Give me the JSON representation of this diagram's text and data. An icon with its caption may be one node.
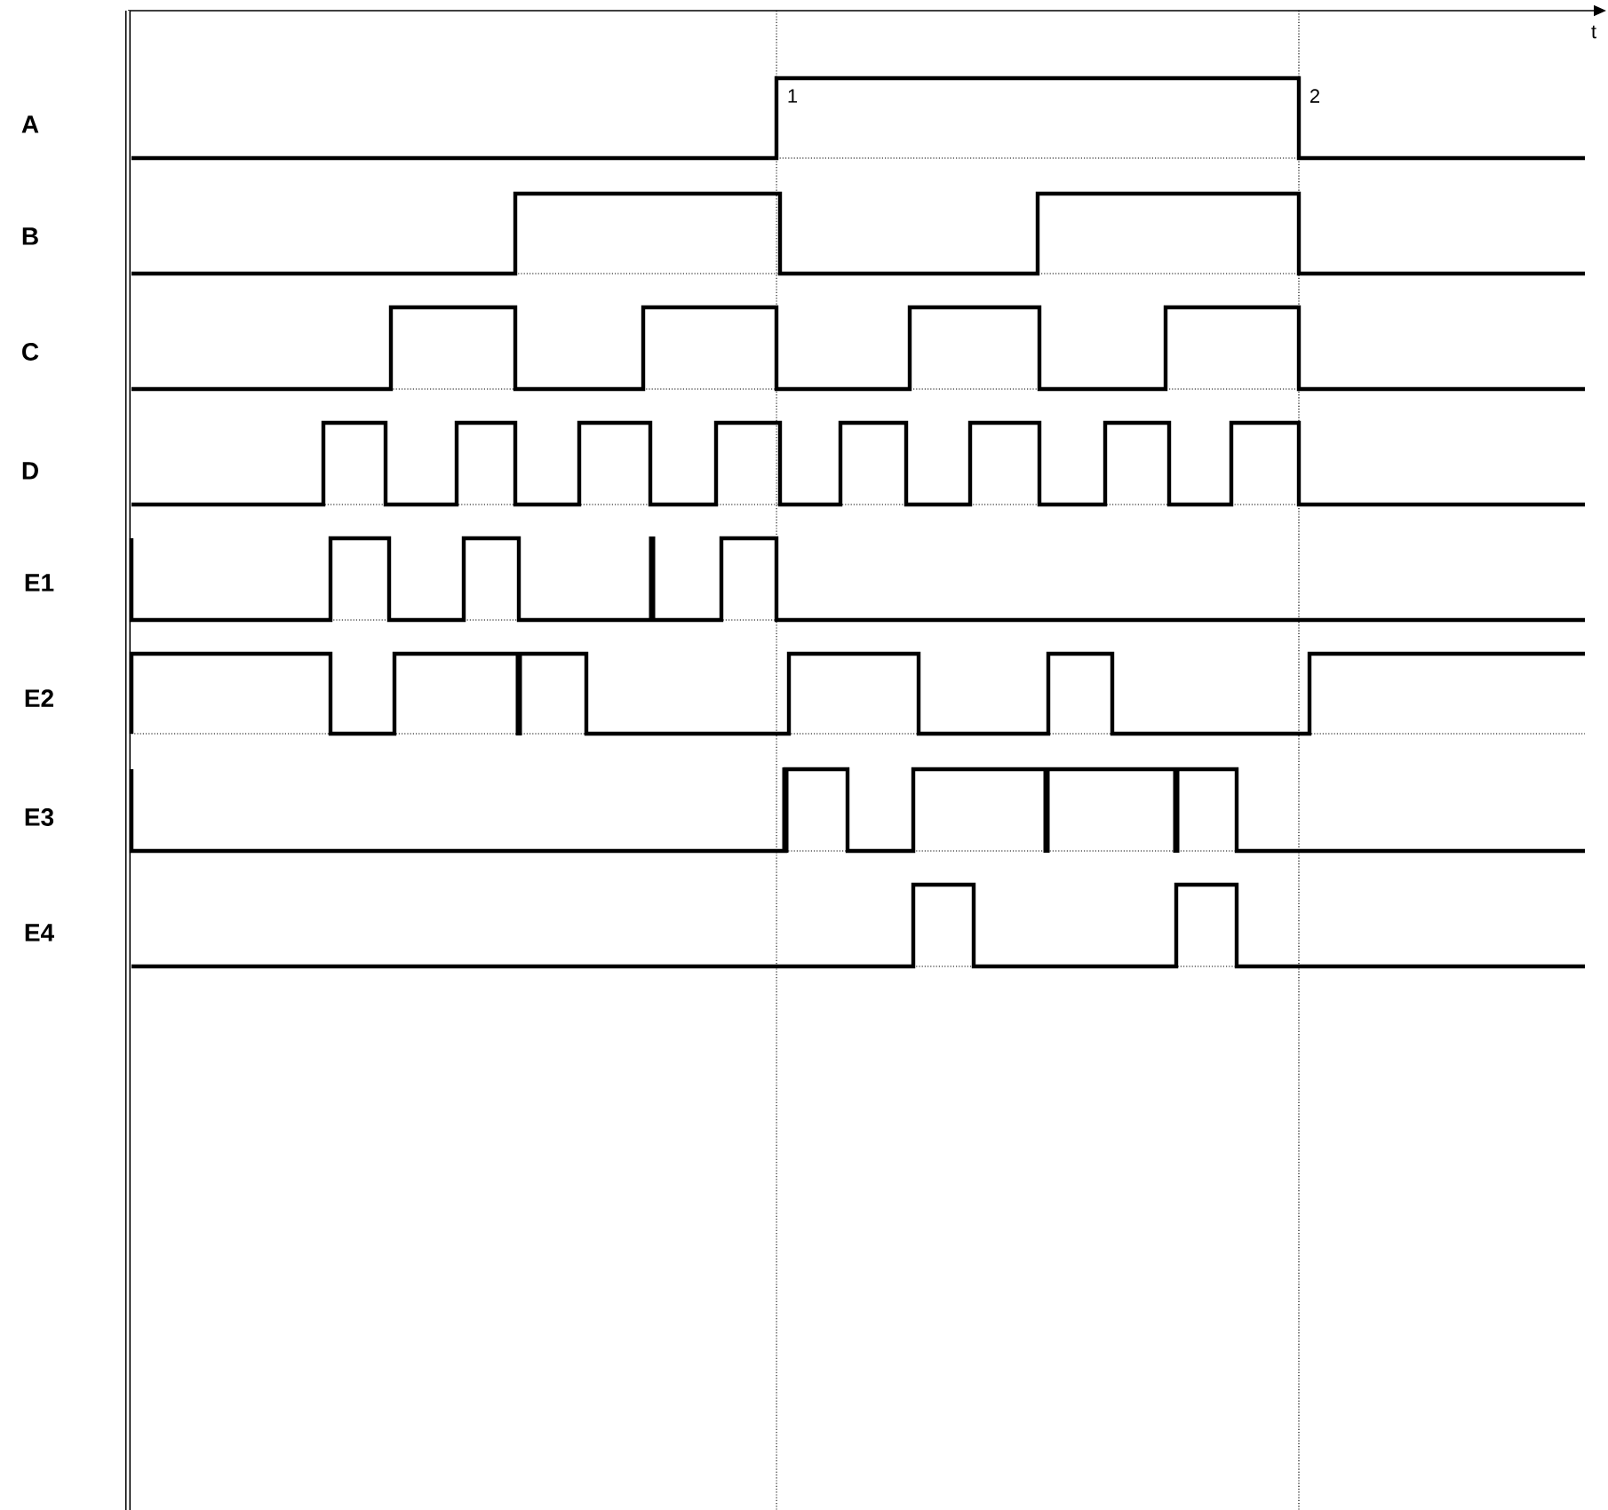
{
  "diagram": {
    "labels": [
      "t",
      "A",
      "1",
      "2",
      "B",
      "C",
      "D",
      "E1",
      "E2",
      "E3",
      "E4"
    ]
  }
}
